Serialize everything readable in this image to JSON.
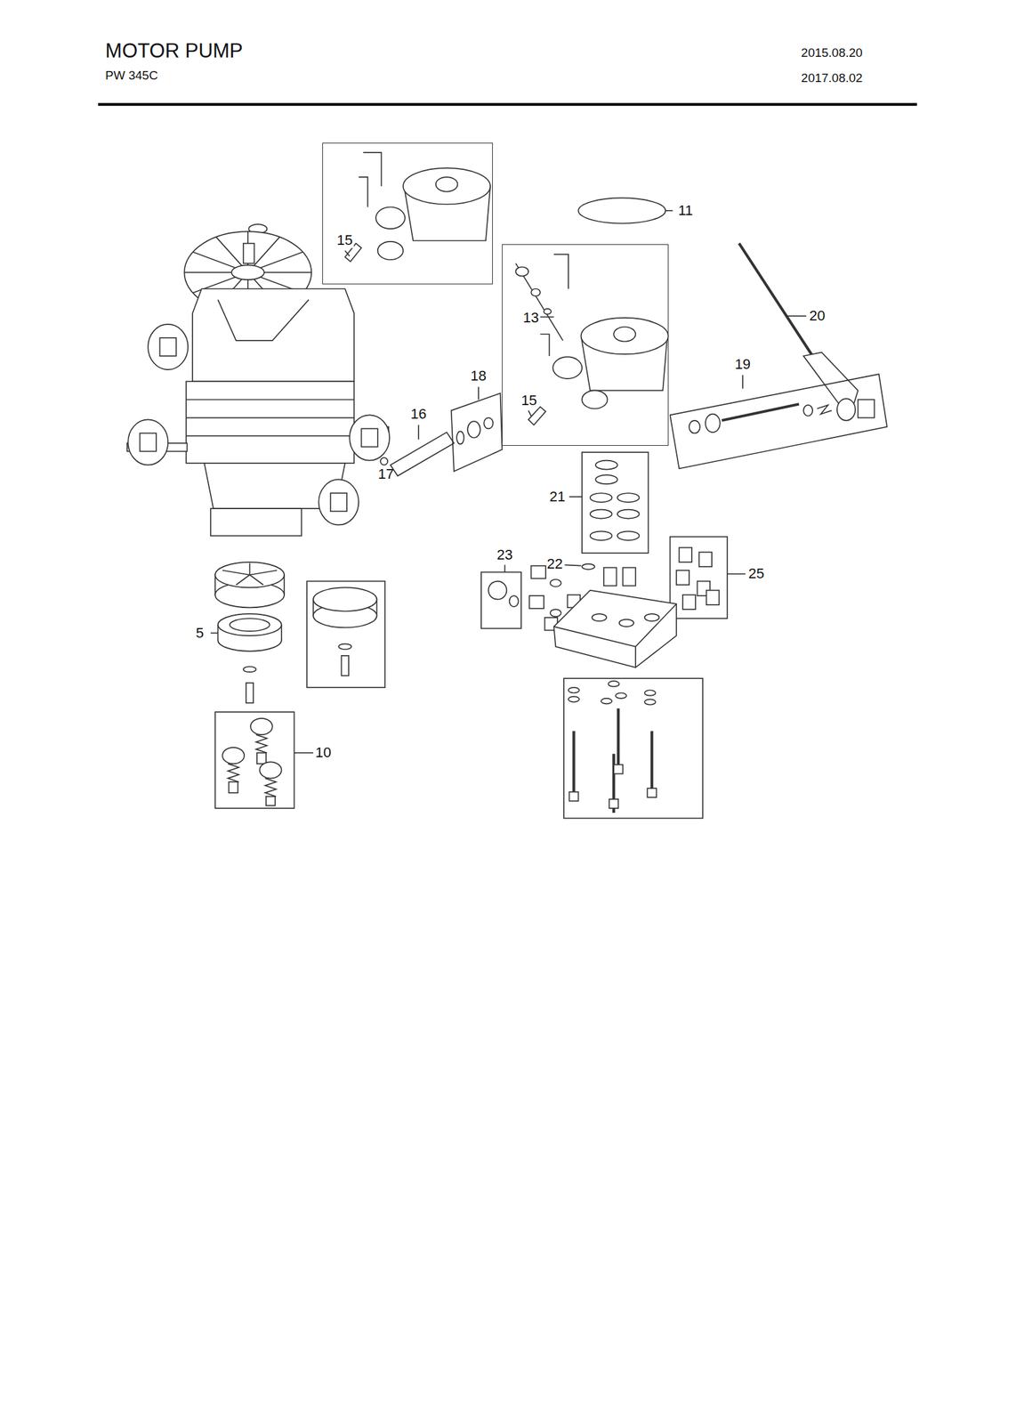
{
  "diagram": {
    "title": "MOTOR PUMP",
    "nodes": [
      {
        "text": [
          "15"
        ]
      },
      {
        "text": [
          "13",
          "15"
        ]
      }
    ],
    "labels": [
      "PW 345C",
      "2015.08.20",
      "2017.08.02",
      "11",
      "20",
      "19",
      "18",
      "16",
      "17",
      "21",
      "23",
      "22",
      "25",
      "5",
      "10"
    ]
  }
}
